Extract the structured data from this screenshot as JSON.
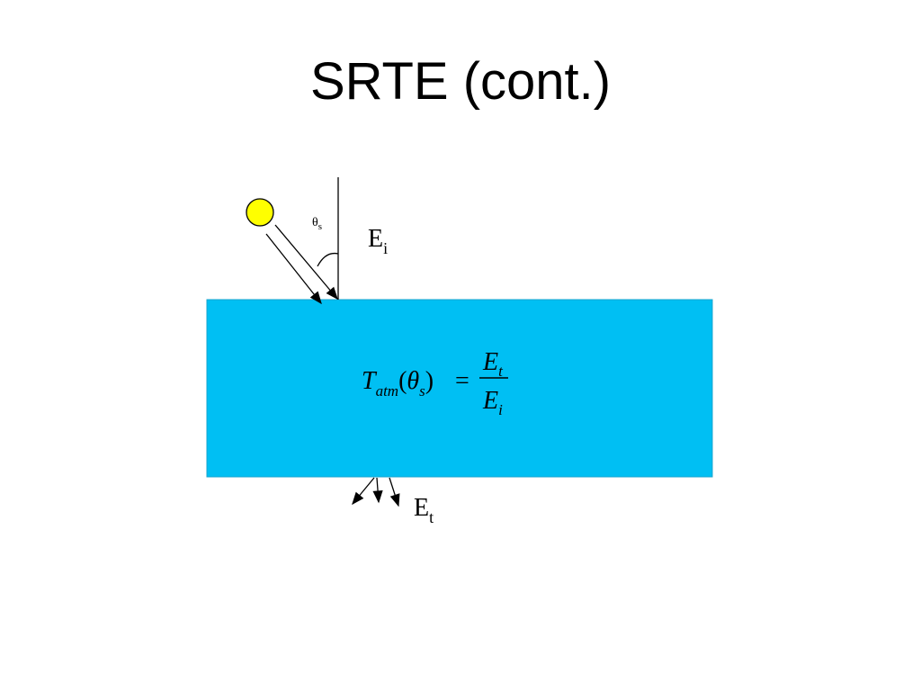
{
  "slide": {
    "title": "SRTE (cont.)"
  },
  "diagram": {
    "angle_label": {
      "base": "θ",
      "sub": "s"
    },
    "incident_label": {
      "base": "E",
      "sub": "i"
    },
    "transmitted_label": {
      "base": "E",
      "sub": "t"
    },
    "equation": {
      "lhs_T": "T",
      "lhs_T_sub": "atm",
      "lhs_open": "(",
      "lhs_theta": "θ",
      "lhs_theta_sub": "s",
      "lhs_close": ")",
      "equals": "=",
      "numerator": "E",
      "numerator_sub": "t",
      "denominator": "E",
      "denominator_sub": "i"
    },
    "colors": {
      "atmosphere": "#00BFF3",
      "sun": "#FFFF00",
      "line": "#000000"
    }
  }
}
